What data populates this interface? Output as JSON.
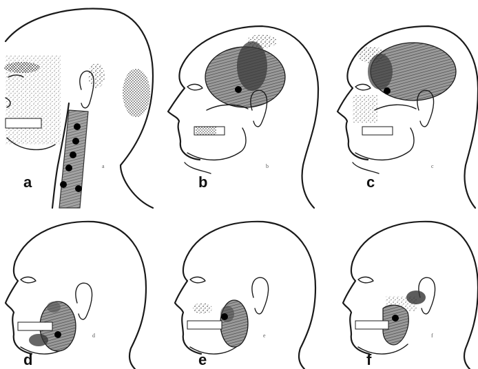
{
  "figure": {
    "panels": [
      {
        "id": "a",
        "label": "a",
        "mini_label": "a",
        "trigger_points": 6
      },
      {
        "id": "b",
        "label": "b",
        "mini_label": "b",
        "trigger_points": 1
      },
      {
        "id": "c",
        "label": "c",
        "mini_label": "c",
        "trigger_points": 1
      },
      {
        "id": "d",
        "label": "d",
        "mini_label": "d",
        "trigger_points": 1
      },
      {
        "id": "e",
        "label": "e",
        "mini_label": "e",
        "trigger_points": 1
      },
      {
        "id": "f",
        "label": "f",
        "mini_label": "f",
        "trigger_points": 1
      }
    ]
  },
  "colors": {
    "ink": "#1a1a1a",
    "muscle_shade": "#7a7a7a",
    "pain_stipple": "#333333",
    "trigger_point": "#000000"
  }
}
